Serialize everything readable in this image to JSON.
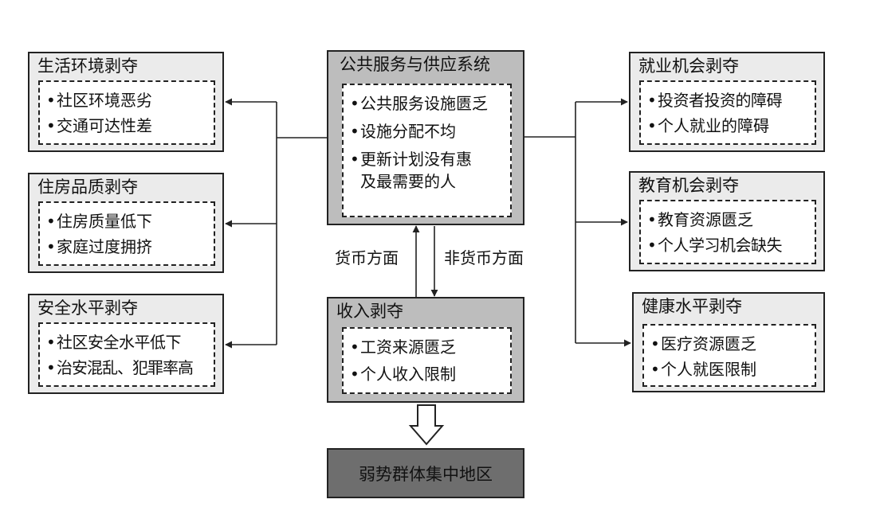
{
  "center": {
    "title": "公共服务与供应系统",
    "items": [
      "公共服务设施匮乏",
      "设施分配不均",
      "更新计划没有惠",
      "及最需要的人"
    ]
  },
  "income": {
    "title": "收入剥夺",
    "items": [
      "工资来源匮乏",
      "个人收入限制"
    ]
  },
  "result": {
    "label": "弱势群体集中地区"
  },
  "edges": {
    "monetary": "货币方面",
    "non_monetary": "非货币方面"
  },
  "left_boxes": [
    {
      "title": "生活环境剥夺",
      "items": [
        "社区环境恶劣",
        "交通可达性差"
      ]
    },
    {
      "title": "住房品质剥夺",
      "items": [
        "住房质量低下",
        "家庭过度拥挤"
      ]
    },
    {
      "title": "安全水平剥夺",
      "items": [
        "社区安全水平低下",
        "治安混乱、犯罪率高"
      ]
    }
  ],
  "right_boxes": [
    {
      "title": "就业机会剥夺",
      "items": [
        "投资者投资的障碍",
        "个人就业的障碍"
      ]
    },
    {
      "title": "教育机会剥夺",
      "items": [
        "教育资源匮乏",
        "个人学习机会缺失"
      ]
    },
    {
      "title": "健康水平剥夺",
      "items": [
        "医疗资源匮乏",
        "个人就医限制"
      ]
    }
  ],
  "bullet": "•"
}
